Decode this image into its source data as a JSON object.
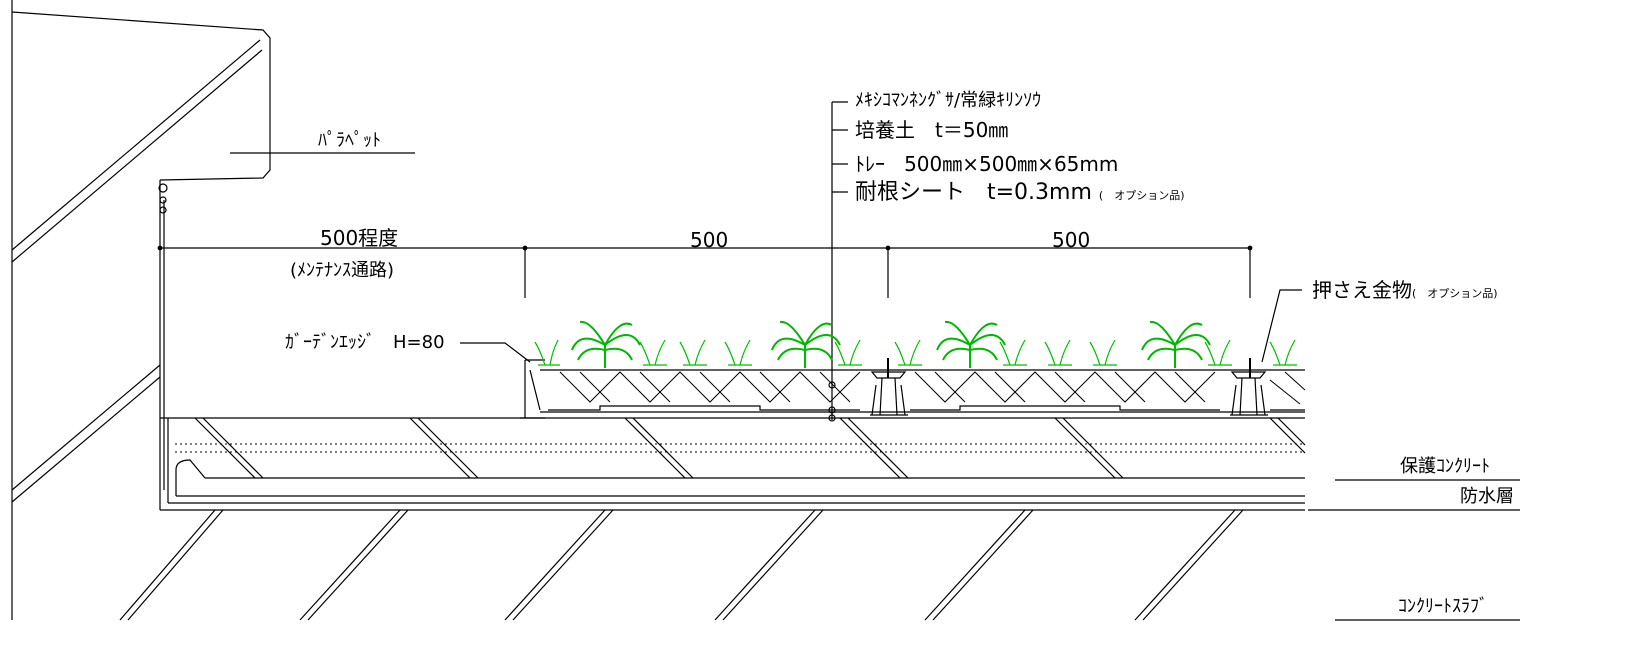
{
  "labels": {
    "parapet": "ﾊﾟﾗﾍﾟｯﾄ",
    "top_plants": "ﾒｷｼｺﾏﾝﾈﾝｸﾞｻ/常緑ｷﾘﾝｿｳ",
    "top_soil": "培養土　t＝50㎜",
    "top_tray_name": "ﾄﾚｰ",
    "top_tray_dims": "500㎜×500㎜×65mm",
    "top_sheet": "耐根シート　t=0.3mm",
    "top_sheet_option": "(　オプション品)",
    "dim_maint": "500程度",
    "dim_maint_sub": "(ﾒﾝﾃﾅﾝｽ通路)",
    "dim_500_a": "500",
    "dim_500_b": "500",
    "garden_edge": "ｶﾞｰﾃﾞﾝｴｯｼﾞ　H=80",
    "fixing": "押さえ金物",
    "fixing_option": "(　オプション品)",
    "protect_concrete": "保護ｺﾝｸﾘｰﾄ",
    "waterproof": "防水層",
    "slab": "ｺﾝｸﾘｰﾄｽﾗﾌﾞ"
  },
  "colors": {
    "line": "#000000",
    "plant": "#00c000",
    "plant_light": "#22cc22"
  }
}
